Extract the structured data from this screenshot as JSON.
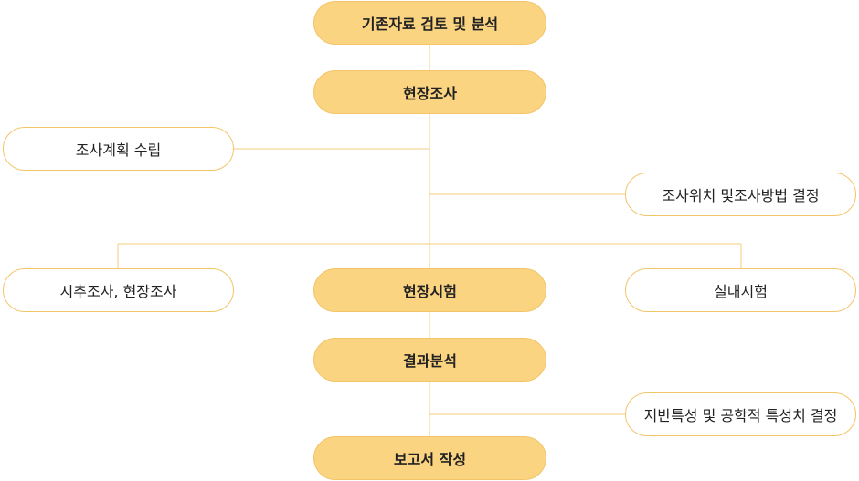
{
  "diagram": {
    "main_steps": [
      "기존자료 검토 및 분석",
      "현장조사",
      "현장시험",
      "결과분석",
      "보고서 작성"
    ],
    "side_items": {
      "survey_plan": "조사계획 수립",
      "location_method": "조사위치 및조사방법 결정",
      "test_drilling": "시추조사, 현장조사",
      "lab_test": "실내시험",
      "ground_properties": "지반특성 및 공학적 특성치 결정"
    }
  },
  "colors": {
    "main_fill": "#fbd482",
    "border": "#f2c56a",
    "connector": "#f3cd7c",
    "side_fill": "#ffffff"
  }
}
